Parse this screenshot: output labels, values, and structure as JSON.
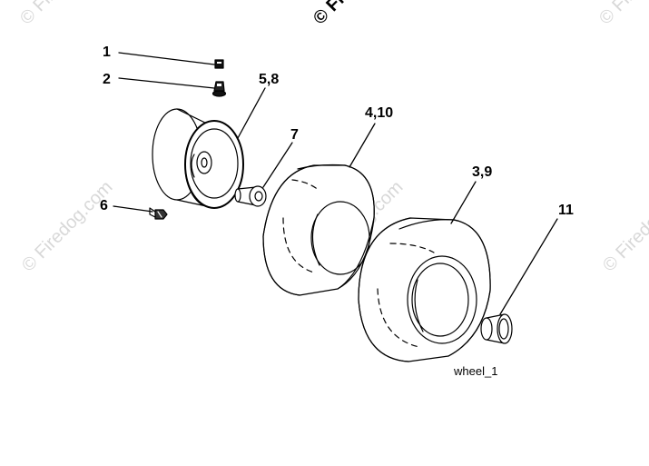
{
  "watermark": {
    "text": "© Firedog.com",
    "header_fragment": "© Fire",
    "right_fragment": "© Fire",
    "left_fragment": "© Fire"
  },
  "callouts": {
    "c1": "1",
    "c2": "2",
    "c58": "5,8",
    "c7": "7",
    "c6": "6",
    "c410": "4,10",
    "c39": "3,9",
    "c11": "11"
  },
  "caption": "wheel_1"
}
